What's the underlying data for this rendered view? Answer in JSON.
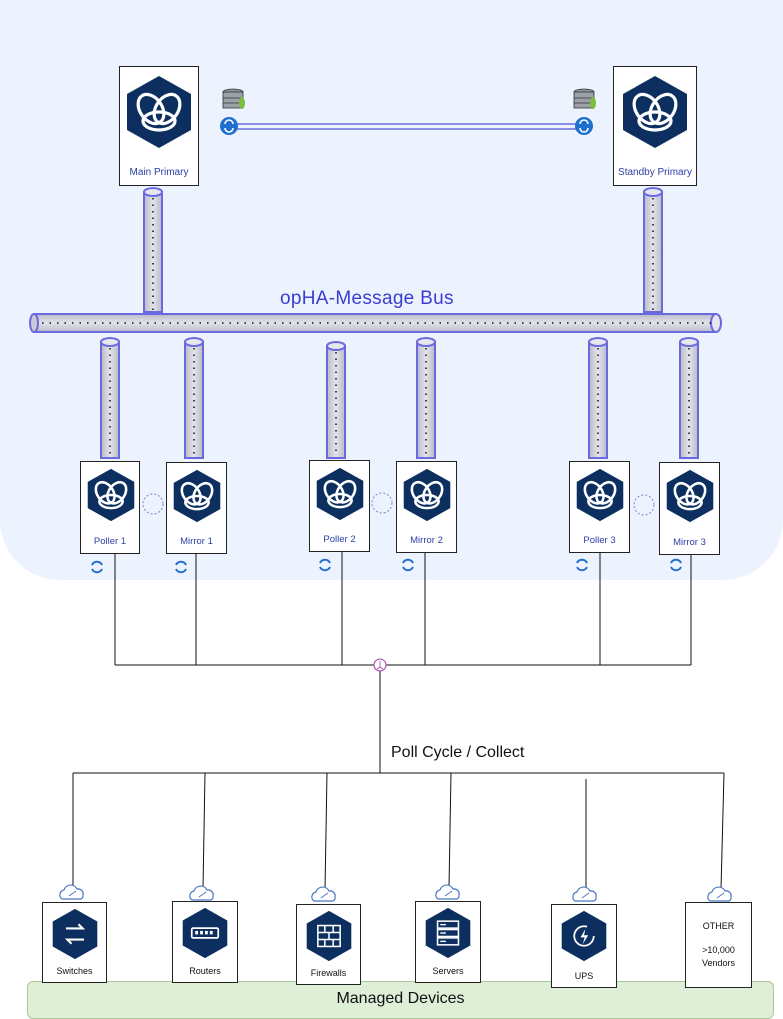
{
  "diagram": {
    "bus_label": "opHA-Message Bus",
    "poll_label": "Poll Cycle / Collect",
    "managed_label": "Managed Devices",
    "primary": {
      "main": "Main Primary",
      "standby": "Standby Primary"
    },
    "pollers": [
      "Poller 1",
      "Mirror 1",
      "Poller 2",
      "Mirror 2",
      "Poller 3",
      "Mirror 3"
    ],
    "devices": [
      "Switches",
      "Routers",
      "Firewalls",
      "Servers",
      "UPS"
    ],
    "other": {
      "title": "OTHER",
      "line1": ">10,000",
      "line2": "Vendors"
    }
  },
  "colors": {
    "hex_dark": "#0d2f5f",
    "bus_outline": "#6a6ae0",
    "bus_fill": "#cfd0d8",
    "label_blue": "#2b3fa6",
    "sync_blue": "#1e6fcf",
    "managed_bg": "#dfeed6"
  }
}
